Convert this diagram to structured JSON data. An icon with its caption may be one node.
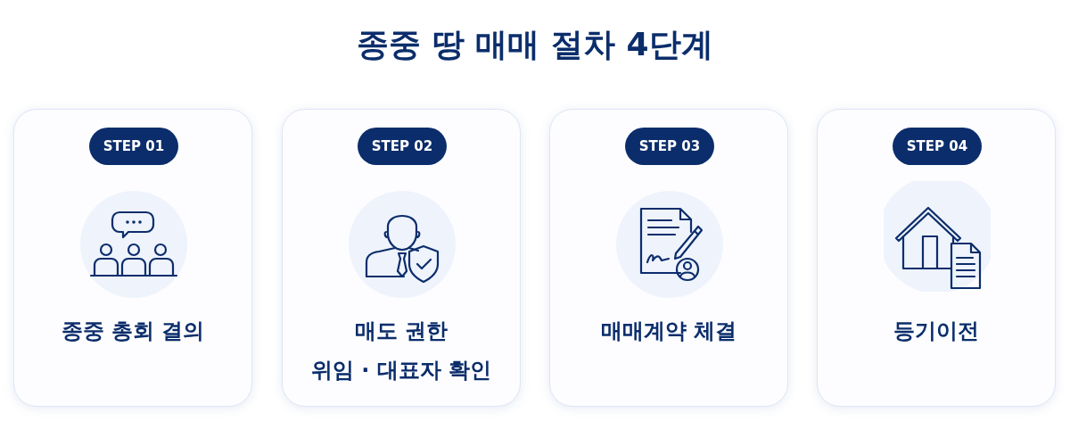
{
  "diagram": {
    "title": "종중 땅 매매 절차 4단계",
    "nodes": [
      {
        "text": [
          "종중 총회 결의"
        ]
      },
      {
        "text": [
          "STEP 01"
        ],
        "in": 0
      },
      {
        "text": [
          "매도 권한 위임 · 대표자 확인"
        ]
      },
      {
        "text": [
          "STEP 02"
        ],
        "in": 2
      },
      {
        "text": [
          "매매계약 체결"
        ]
      },
      {
        "text": [
          "STEP 03"
        ],
        "in": 4
      },
      {
        "text": [
          "등기이전"
        ]
      },
      {
        "text": [
          "STEP 04"
        ],
        "in": 6
      }
    ]
  }
}
